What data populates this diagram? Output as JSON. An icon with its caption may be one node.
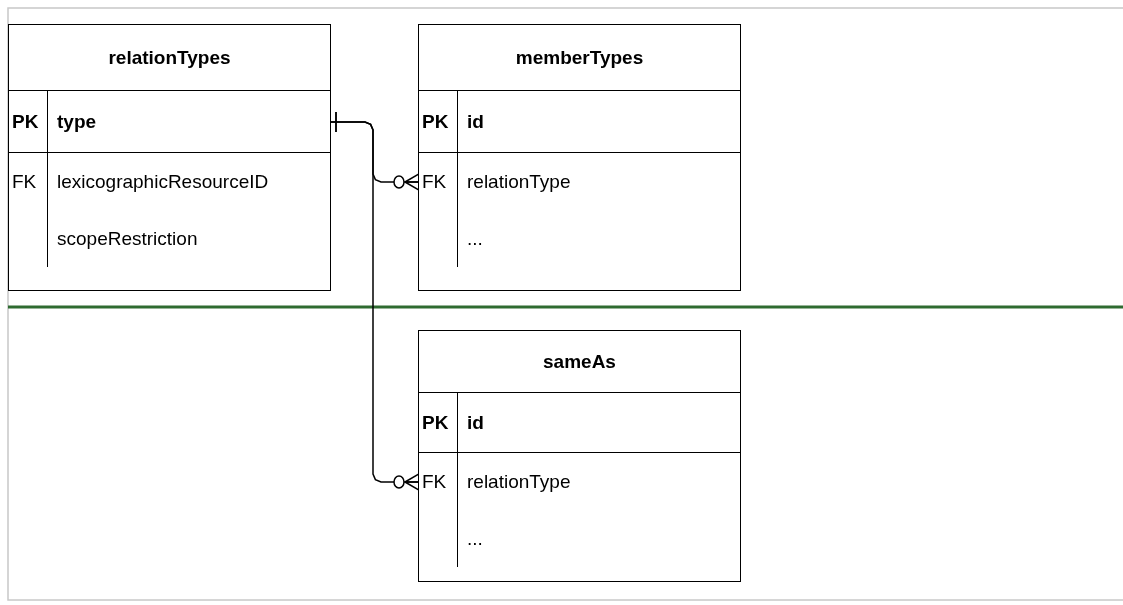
{
  "diagram": {
    "nodes": [
      {
        "text": [
          "relationTypes"
        ]
      },
      {
        "text": [
          "PK",
          "type"
        ],
        "in": 0
      },
      {
        "text": [
          "FK",
          "lexicographicResourceID"
        ],
        "in": 0
      },
      {
        "text": [
          "scopeRestriction"
        ],
        "in": 0
      },
      {
        "text": [
          "memberTypes"
        ]
      },
      {
        "text": [
          "PK",
          "id"
        ],
        "in": 4
      },
      {
        "text": [
          "FK",
          "relationType"
        ],
        "in": 4
      },
      {
        "text": [
          "..."
        ],
        "in": 4
      },
      {
        "text": [
          "sameAs"
        ]
      },
      {
        "text": [
          "PK",
          "id"
        ],
        "in": 8
      },
      {
        "text": [
          "FK",
          "relationType"
        ],
        "in": 8
      },
      {
        "text": [
          "..."
        ],
        "in": 8
      }
    ],
    "edges": [
      {
        "from": 1,
        "to": 6,
        "arrow": "other"
      },
      {
        "from": 1,
        "to": 10,
        "arrow": "other"
      }
    ]
  }
}
